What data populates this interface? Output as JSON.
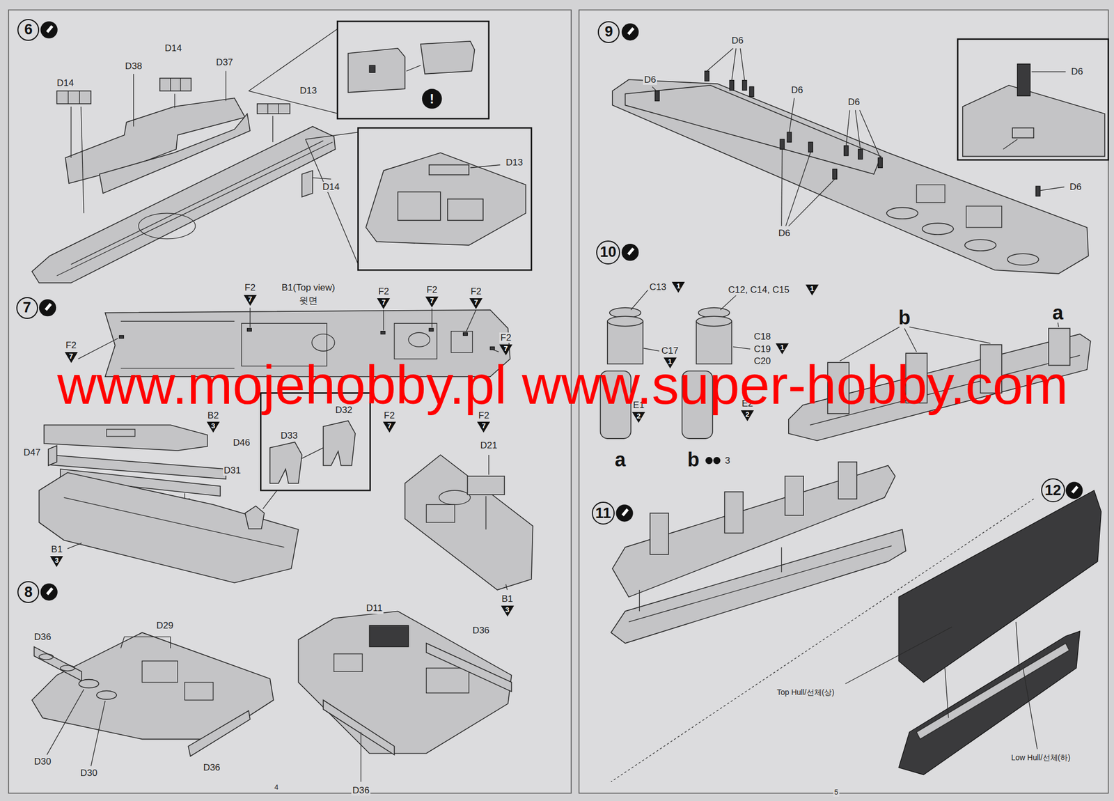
{
  "diagram": {
    "nodes": [
      {
        "text": [
          "6"
        ]
      },
      {
        "text": [
          "7"
        ]
      },
      {
        "text": [
          "8"
        ]
      },
      {
        "text": [
          "9"
        ]
      },
      {
        "text": [
          "10"
        ]
      },
      {
        "text": [
          "11"
        ]
      },
      {
        "text": [
          "12"
        ]
      }
    ],
    "labels": [
      "D14",
      "D38",
      "D14",
      "D37",
      "D13",
      "!",
      "D13",
      "D14",
      "F2",
      "7",
      "B1(Top view)",
      "윗면",
      "F2",
      "7",
      "F2",
      "7",
      "F2",
      "7",
      "F2",
      "7",
      "F2",
      "7",
      "www.mojehobby.pl www.super-hobby.com",
      "B2",
      "3",
      "F2",
      "7",
      "F2",
      "7",
      "D32",
      "D33",
      "D21",
      "D46",
      "D47",
      "D31",
      "B1",
      "3",
      "B1",
      "3",
      "D11",
      "D29",
      "D36",
      "D36",
      "D30",
      "D36",
      "D30",
      "D36",
      "4",
      "D6",
      "D6",
      "D6",
      "D6",
      "D6",
      "D6",
      "D6",
      "C13",
      "1",
      "C12, C14, C15",
      "1",
      "b",
      "a",
      "C18",
      "C19",
      "1",
      "C17",
      "1",
      "C20",
      "E2",
      "2",
      "E1",
      "2",
      "a",
      "b",
      "3",
      "Top Hull/선체(상)",
      "Low Hull/선체(하)",
      "5"
    ]
  }
}
